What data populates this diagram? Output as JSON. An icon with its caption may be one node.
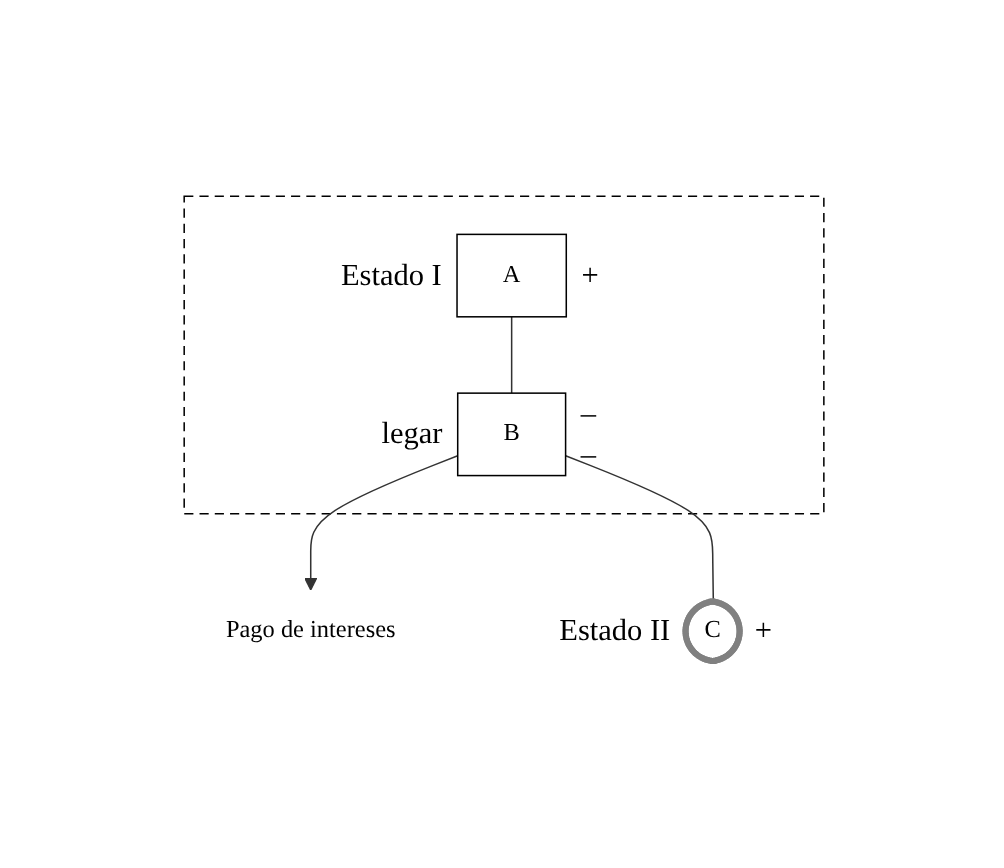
{
  "diagram": {
    "nodes": [
      {
        "text": [],
        "shape": "box"
      },
      {
        "text": [
          "A"
        ],
        "in": 0,
        "beside": [
          "Estado I",
          "+"
        ]
      },
      {
        "text": [
          "B"
        ],
        "in": 0,
        "beside": [
          "legar",
          "–",
          "–"
        ]
      },
      {
        "text": [
          "Pago de intereses"
        ]
      },
      {
        "text": [
          "C"
        ],
        "beside": [
          "Estado II",
          "+"
        ]
      }
    ],
    "edges": [
      {
        "from": 1,
        "to": 2,
        "arrow": "none"
      },
      {
        "from": 2,
        "to": 3,
        "arrow": "to"
      },
      {
        "from": 2,
        "to": 4,
        "arrow": "none"
      }
    ]
  }
}
